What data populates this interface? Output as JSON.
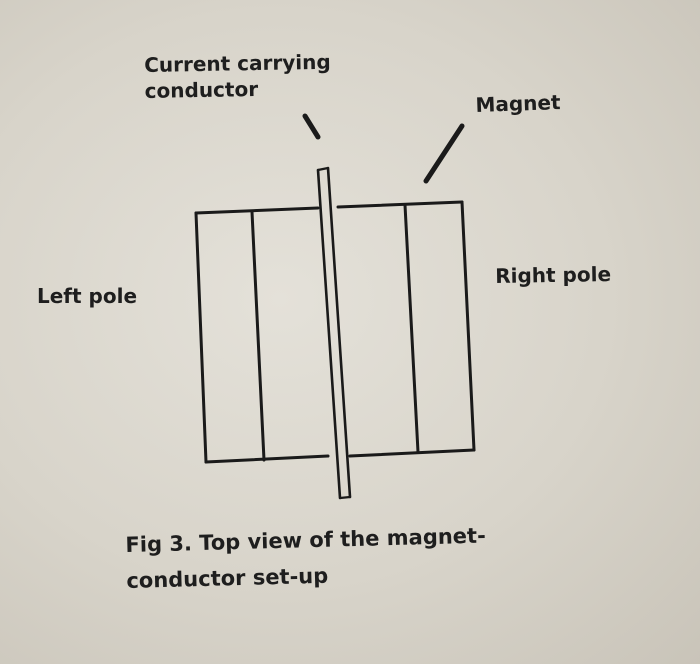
{
  "labels": {
    "conductor_line1": "Current carrying",
    "conductor_line2": "conductor",
    "magnet": "Magnet",
    "left_pole": "Left pole",
    "right_pole": "Right pole"
  },
  "caption": {
    "line1": "Fig 3. Top view of the magnet-",
    "line2": "conductor set-up"
  }
}
